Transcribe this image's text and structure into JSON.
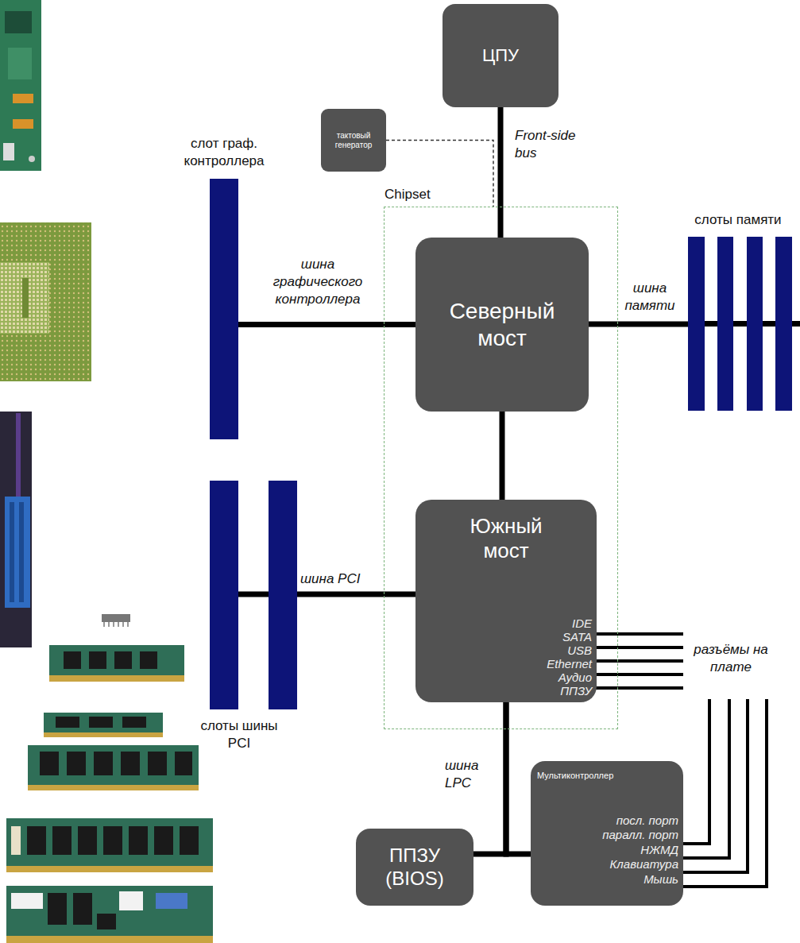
{
  "diagram": {
    "nodes": [
      {
        "text": [
          "ЦПУ"
        ]
      },
      {
        "text": [
          "тактовый генератор"
        ]
      },
      {
        "text": [
          "слот граф. контроллера"
        ]
      },
      {
        "text": [
          "Chipset"
        ]
      },
      {
        "text": [
          "Северный мост"
        ],
        "in": 3
      },
      {
        "text": [
          "слоты памяти"
        ]
      },
      {
        "text": [
          "слоты шины PCI"
        ]
      },
      {
        "text": [
          "Южный мост",
          "IDE",
          "SATA",
          "USB",
          "Ethernet",
          "Аудио",
          "ППЗУ"
        ],
        "in": 3
      },
      {
        "text": [
          "Мультиконтроллер",
          "посл. порт",
          "паралл. порт",
          "НЖМД",
          "Клавиатура",
          "Мышь"
        ]
      },
      {
        "text": [
          "ППЗУ (BIOS)"
        ]
      }
    ],
    "edges": [
      {
        "from": 0,
        "to": 4,
        "arrow": "none",
        "label": "Front-side bus"
      },
      {
        "from": 1,
        "to": 3,
        "arrow": "none"
      },
      {
        "from": 2,
        "to": 4,
        "arrow": "none",
        "label": "шина графического контроллера"
      },
      {
        "from": 4,
        "to": 5,
        "arrow": "none",
        "label": "шина памяти"
      },
      {
        "from": 4,
        "to": 7,
        "arrow": "none"
      },
      {
        "from": 7,
        "to": 6,
        "arrow": "none",
        "label": "шина PCI"
      },
      {
        "from": 7,
        "to": 9,
        "arrow": "none",
        "label": "шина LPC"
      },
      {
        "from": 7,
        "to": 8,
        "arrow": "none"
      }
    ],
    "labels": [
      "разъёмы на плате"
    ]
  }
}
